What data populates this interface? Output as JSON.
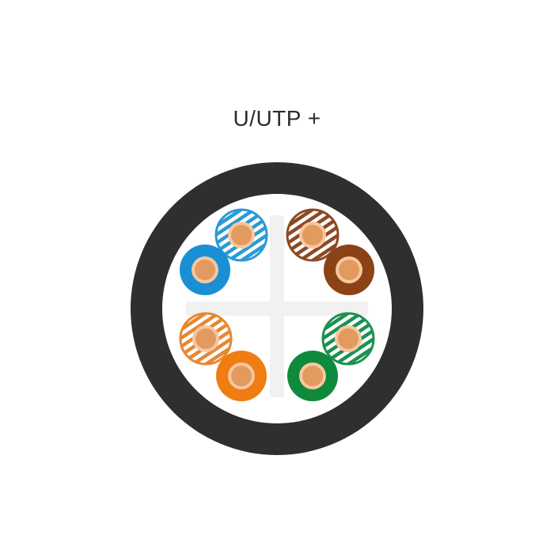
{
  "title": "U/UTP +",
  "colors": {
    "jacket": "#2f2f2f",
    "inner": "#ffffff",
    "separator": "#f1f1f1",
    "conductor": "#e39a5f",
    "conductor_ring": "#f6c7a0"
  },
  "pairs": [
    {
      "name": "blue-pair",
      "solid_color": "#1a8fd3",
      "striped_color": "#2a9ad6"
    },
    {
      "name": "brown-pair",
      "solid_color": "#8b4315",
      "striped_color": "#8b4a24"
    },
    {
      "name": "orange-pair",
      "solid_color": "#ef7d12",
      "striped_color": "#e58830"
    },
    {
      "name": "green-pair",
      "solid_color": "#0f8a3c",
      "striped_color": "#1b9150"
    }
  ]
}
